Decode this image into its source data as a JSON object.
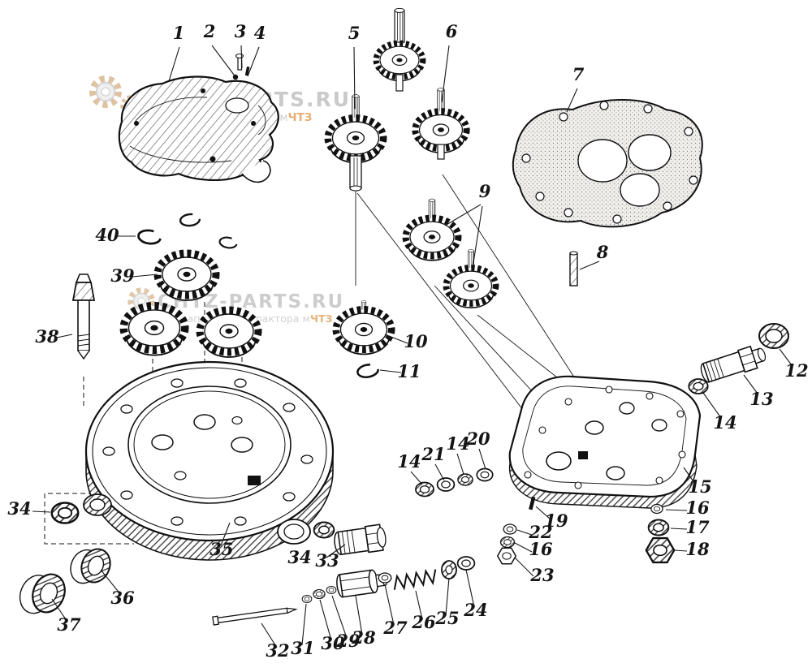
{
  "watermark": {
    "brand": "CHTZ-PARTS.RU",
    "brand_short": "CHTZ-PARTS",
    "tagline_prefix": "запчасти на трактора м",
    "tagline_highlight": "ЧТЗ"
  },
  "callouts": [
    {
      "label": "1"
    },
    {
      "label": "2"
    },
    {
      "label": "3"
    },
    {
      "label": "4"
    },
    {
      "label": "5"
    },
    {
      "label": "6"
    },
    {
      "label": "7"
    },
    {
      "label": "8"
    },
    {
      "label": "9"
    },
    {
      "label": "10"
    },
    {
      "label": "11"
    },
    {
      "label": "12"
    },
    {
      "label": "13"
    },
    {
      "label": "14"
    },
    {
      "label": "15"
    },
    {
      "label": "16"
    },
    {
      "label": "17"
    },
    {
      "label": "18"
    },
    {
      "label": "19"
    },
    {
      "label": "20"
    },
    {
      "label": "21"
    },
    {
      "label": "22"
    },
    {
      "label": "16"
    },
    {
      "label": "23"
    },
    {
      "label": "24"
    },
    {
      "label": "25"
    },
    {
      "label": "26"
    },
    {
      "label": "27"
    },
    {
      "label": "28"
    },
    {
      "label": "29"
    },
    {
      "label": "30"
    },
    {
      "label": "31"
    },
    {
      "label": "32"
    },
    {
      "label": "33"
    },
    {
      "label": "34"
    },
    {
      "label": "35"
    },
    {
      "label": "36"
    },
    {
      "label": "37"
    },
    {
      "label": "38"
    },
    {
      "label": "39"
    },
    {
      "label": "40"
    },
    {
      "label": "14"
    },
    {
      "label": "14"
    },
    {
      "label": "34"
    }
  ]
}
